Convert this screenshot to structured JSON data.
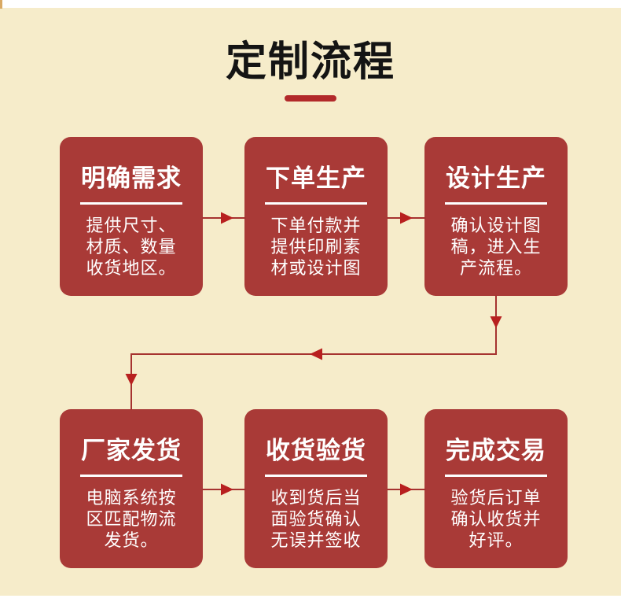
{
  "title": {
    "text": "定制流程"
  },
  "steps": [
    {
      "title": "明确需求",
      "desc": "提供尺寸、\n材质、数量\n收货地区。"
    },
    {
      "title": "下单生产",
      "desc": "下单付款并\n提供印刷素\n材或设计图"
    },
    {
      "title": "设计生产",
      "desc": "确认设计图\n稿，进入生\n产流程。"
    },
    {
      "title": "厂家发货",
      "desc": "电脑系统按\n区匹配物流\n发货。"
    },
    {
      "title": "收货验货",
      "desc": "收到货后当\n面验货确认\n无误并签收"
    },
    {
      "title": "完成交易",
      "desc": "验货后订单\n确认收货并\n好评。"
    }
  ],
  "colors": {
    "background": "#f6ecca",
    "card_red": "#a93a37",
    "connector_red": "#a63330",
    "arrowhead_red": "#b8201f",
    "underline_red": "#b2292a",
    "title_black": "#141414",
    "card_text": "#ffffff"
  }
}
